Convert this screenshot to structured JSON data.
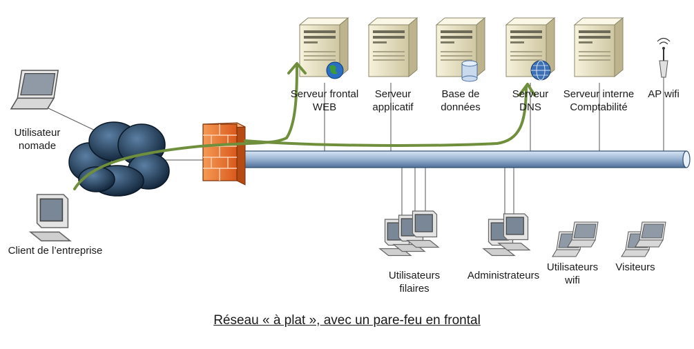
{
  "servers": [
    {
      "line1": "Serveur frontal",
      "line2": "WEB",
      "icon": "web-server-globe-icon"
    },
    {
      "line1": "Serveur",
      "line2": "applicatif",
      "icon": "server-icon"
    },
    {
      "line1": "Base de",
      "line2": "données",
      "icon": "database-server-icon"
    },
    {
      "line1": "Serveur",
      "line2": "DNS",
      "icon": "dns-server-icon"
    },
    {
      "line1": "Serveur interne",
      "line2": "Comptabilité",
      "icon": "server-icon"
    }
  ],
  "ap": {
    "label": "AP wifi",
    "icon": "wifi-access-point-icon"
  },
  "left_nodes": {
    "nomade": {
      "line1": "Utilisateur",
      "line2": "nomade",
      "icon": "laptop-icon"
    },
    "client": {
      "line1": "Client de l’entreprise",
      "icon": "desktop-computer-icon"
    }
  },
  "cloud": {
    "icon": "internet-cloud-icon"
  },
  "firewall": {
    "icon": "firewall-brick-wall-icon"
  },
  "groups": [
    {
      "line1": "Utilisateurs",
      "line2": "filaires",
      "icon": "desktop-group-icon"
    },
    {
      "line1": "Administrateurs",
      "line2": "",
      "icon": "desktop-group-icon"
    },
    {
      "line1": "Utilisateurs",
      "line2": "wifi",
      "icon": "laptop-group-icon"
    },
    {
      "line1": "Visiteurs",
      "line2": "",
      "icon": "laptop-group-icon"
    }
  ],
  "caption": "Réseau « à plat », avec un pare-feu en frontal",
  "colors": {
    "backbone": "#9fb8d6",
    "flow": "#6f8f3c",
    "firewall": "#f07a2e",
    "cloud": "#1e3550",
    "server": "#ece6c8"
  }
}
